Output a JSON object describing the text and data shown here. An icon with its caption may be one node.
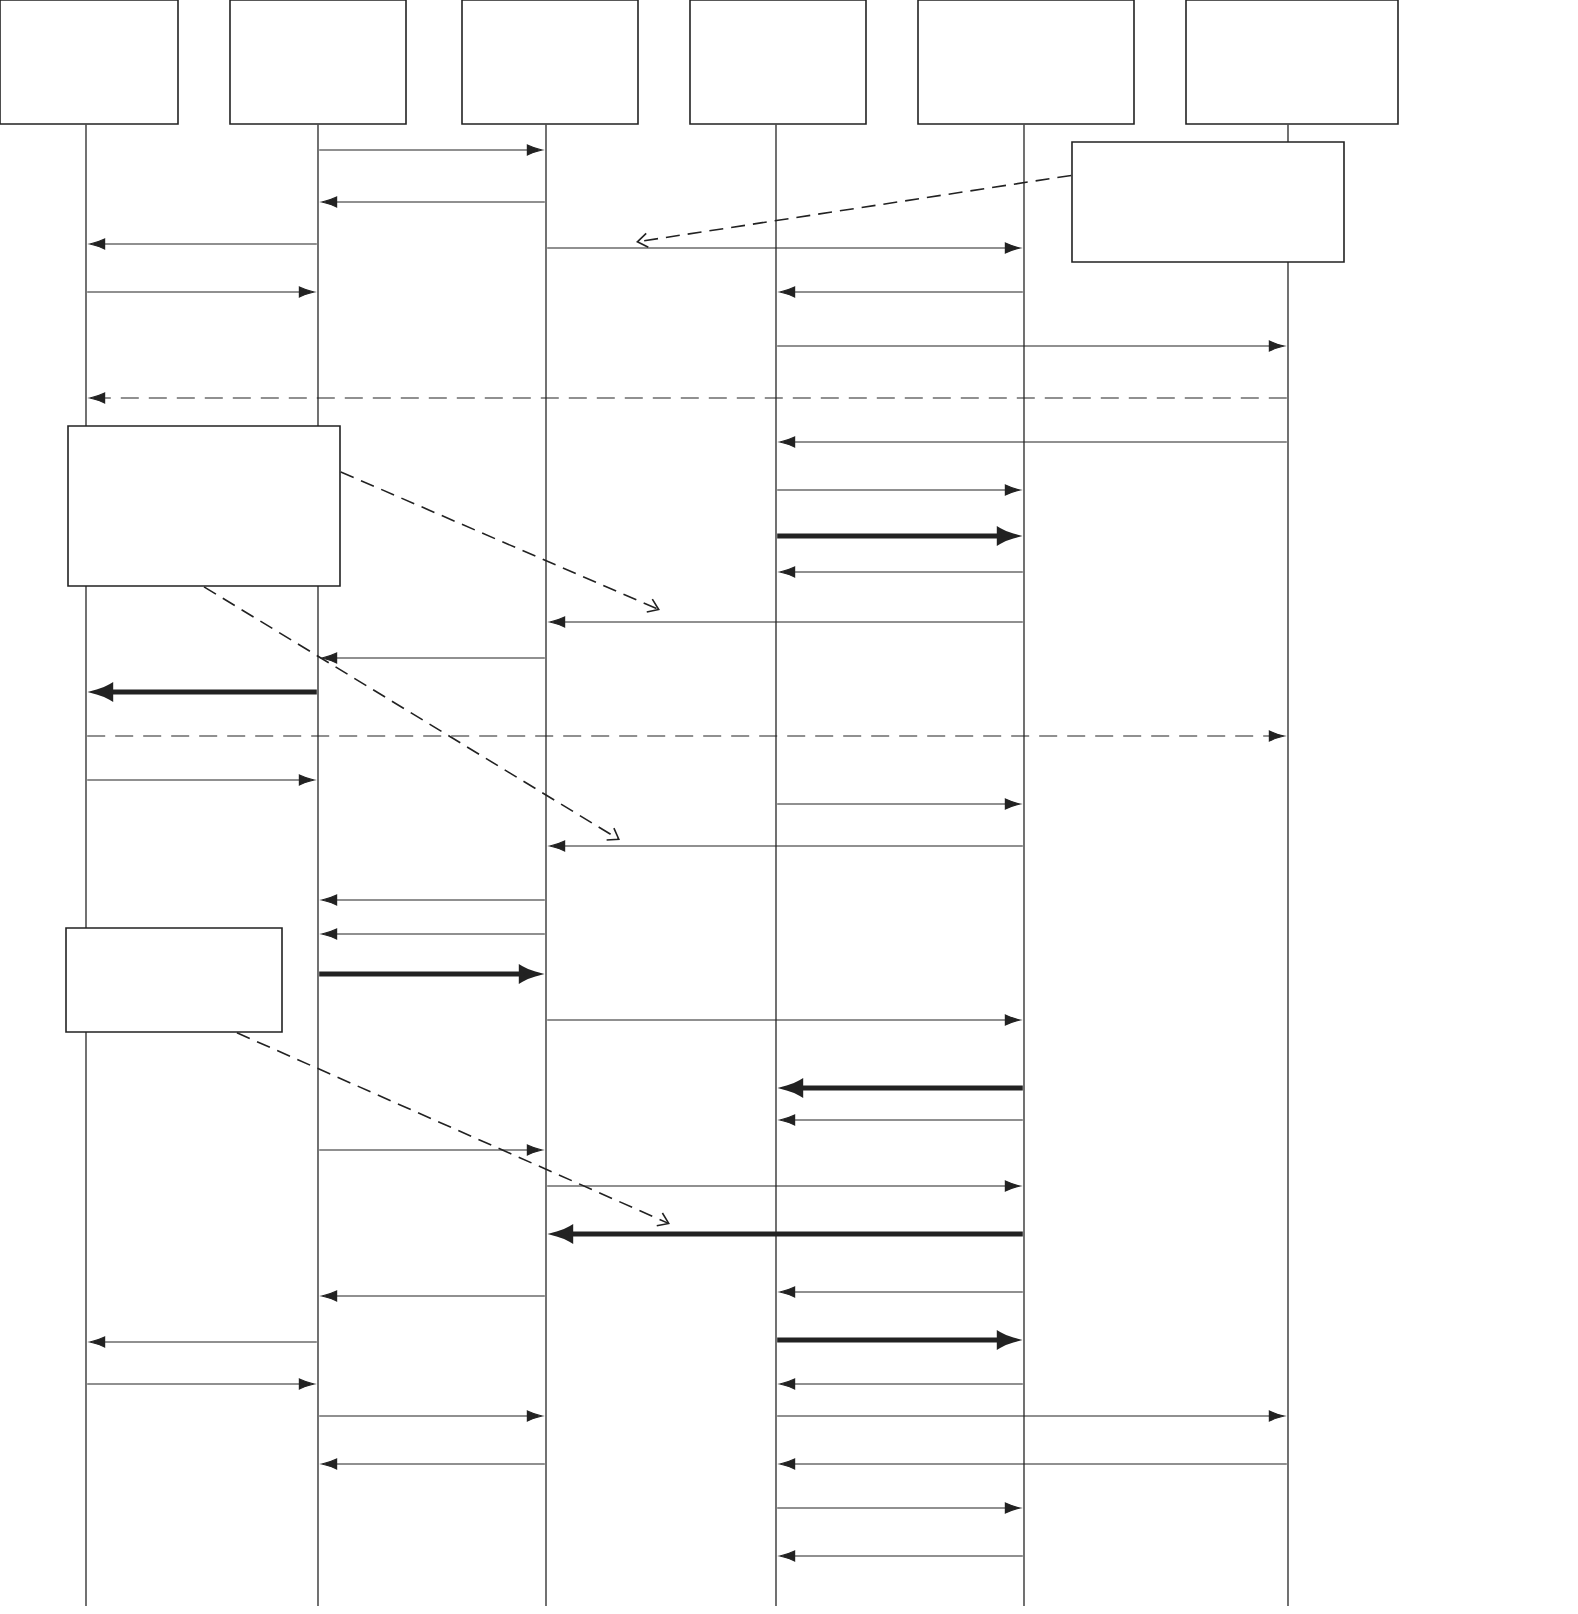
{
  "diagram": {
    "nodes": [
      {
        "text": [],
        "shape": "box"
      },
      {
        "text": [],
        "shape": "box"
      },
      {
        "text": [],
        "shape": "box"
      },
      {
        "text": [],
        "shape": "box"
      },
      {
        "text": [],
        "shape": "box"
      },
      {
        "text": [],
        "shape": "box"
      },
      {
        "text": [],
        "shape": "line"
      },
      {
        "text": [],
        "shape": "line"
      },
      {
        "text": [],
        "shape": "line"
      },
      {
        "text": [],
        "shape": "line"
      },
      {
        "text": [],
        "shape": "line"
      },
      {
        "text": [],
        "shape": "line"
      },
      {
        "text": [],
        "shape": "box"
      },
      {
        "text": [],
        "shape": "box"
      },
      {
        "text": [],
        "shape": "box"
      }
    ],
    "edges": [
      {
        "from": 7,
        "to": 8,
        "arrow": "to"
      },
      {
        "from": 8,
        "to": 7,
        "arrow": "to"
      },
      {
        "from": 7,
        "to": 6,
        "arrow": "to"
      },
      {
        "from": 8,
        "to": 10,
        "arrow": "to"
      },
      {
        "from": 6,
        "to": 7,
        "arrow": "to"
      },
      {
        "from": 10,
        "to": 9,
        "arrow": "to"
      },
      {
        "from": 9,
        "to": 11,
        "arrow": "to"
      },
      {
        "from": 11,
        "to": 6,
        "arrow": "to",
        "style": "dashed"
      },
      {
        "from": 11,
        "to": 9,
        "arrow": "to"
      },
      {
        "from": 9,
        "to": 10,
        "arrow": "to"
      },
      {
        "from": 9,
        "to": 10,
        "arrow": "to",
        "style": "thick"
      },
      {
        "from": 10,
        "to": 9,
        "arrow": "to"
      },
      {
        "from": 10,
        "to": 8,
        "arrow": "to"
      },
      {
        "from": 8,
        "to": 7,
        "arrow": "to"
      },
      {
        "from": 7,
        "to": 6,
        "arrow": "to",
        "style": "thick"
      },
      {
        "from": 6,
        "to": 11,
        "arrow": "to",
        "style": "dashed"
      },
      {
        "from": 6,
        "to": 7,
        "arrow": "to"
      },
      {
        "from": 9,
        "to": 10,
        "arrow": "to"
      },
      {
        "from": 10,
        "to": 8,
        "arrow": "to"
      },
      {
        "from": 8,
        "to": 7,
        "arrow": "to"
      },
      {
        "from": 8,
        "to": 7,
        "arrow": "to"
      },
      {
        "from": 7,
        "to": 8,
        "arrow": "to",
        "style": "thick"
      },
      {
        "from": 8,
        "to": 10,
        "arrow": "to"
      },
      {
        "from": 10,
        "to": 9,
        "arrow": "to",
        "style": "thick"
      },
      {
        "from": 10,
        "to": 9,
        "arrow": "to"
      },
      {
        "from": 7,
        "to": 8,
        "arrow": "to"
      },
      {
        "from": 8,
        "to": 10,
        "arrow": "to"
      },
      {
        "from": 10,
        "to": 8,
        "arrow": "to",
        "style": "thick"
      },
      {
        "from": 10,
        "to": 9,
        "arrow": "to"
      },
      {
        "from": 8,
        "to": 7,
        "arrow": "to"
      },
      {
        "from": 9,
        "to": 10,
        "arrow": "to",
        "style": "thick"
      },
      {
        "from": 7,
        "to": 6,
        "arrow": "to"
      },
      {
        "from": 6,
        "to": 7,
        "arrow": "to"
      },
      {
        "from": 10,
        "to": 9,
        "arrow": "to"
      },
      {
        "from": 7,
        "to": 8,
        "arrow": "to"
      },
      {
        "from": 9,
        "to": 11,
        "arrow": "to"
      },
      {
        "from": 8,
        "to": 7,
        "arrow": "to"
      },
      {
        "from": 11,
        "to": 9,
        "arrow": "to"
      },
      {
        "from": 9,
        "to": 10,
        "arrow": "to"
      },
      {
        "from": 10,
        "to": 9,
        "arrow": "to"
      },
      {
        "from": 12,
        "to": null,
        "arrow": "to",
        "style": "dashed"
      },
      {
        "from": 13,
        "to": null,
        "arrow": "to",
        "style": "dashed"
      },
      {
        "from": 13,
        "to": null,
        "arrow": "to",
        "style": "dashed"
      },
      {
        "from": 14,
        "to": null,
        "arrow": "to",
        "style": "dashed"
      }
    ]
  }
}
